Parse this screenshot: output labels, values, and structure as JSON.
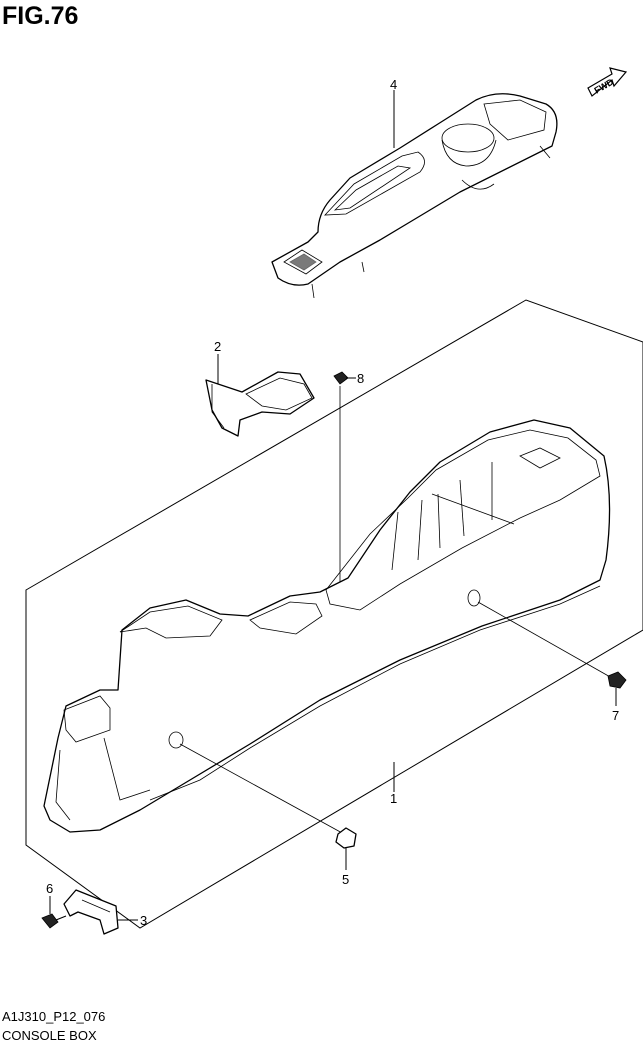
{
  "figure": {
    "title": "FIG.76",
    "drawing_code": "A1J310_P12_076",
    "name": "CONSOLE BOX"
  },
  "direction_label": "FWD",
  "callouts": [
    {
      "id": "1",
      "label": "1"
    },
    {
      "id": "2",
      "label": "2"
    },
    {
      "id": "3",
      "label": "3"
    },
    {
      "id": "4",
      "label": "4"
    },
    {
      "id": "5",
      "label": "5"
    },
    {
      "id": "6",
      "label": "6"
    },
    {
      "id": "7",
      "label": "7"
    },
    {
      "id": "8",
      "label": "8"
    }
  ]
}
